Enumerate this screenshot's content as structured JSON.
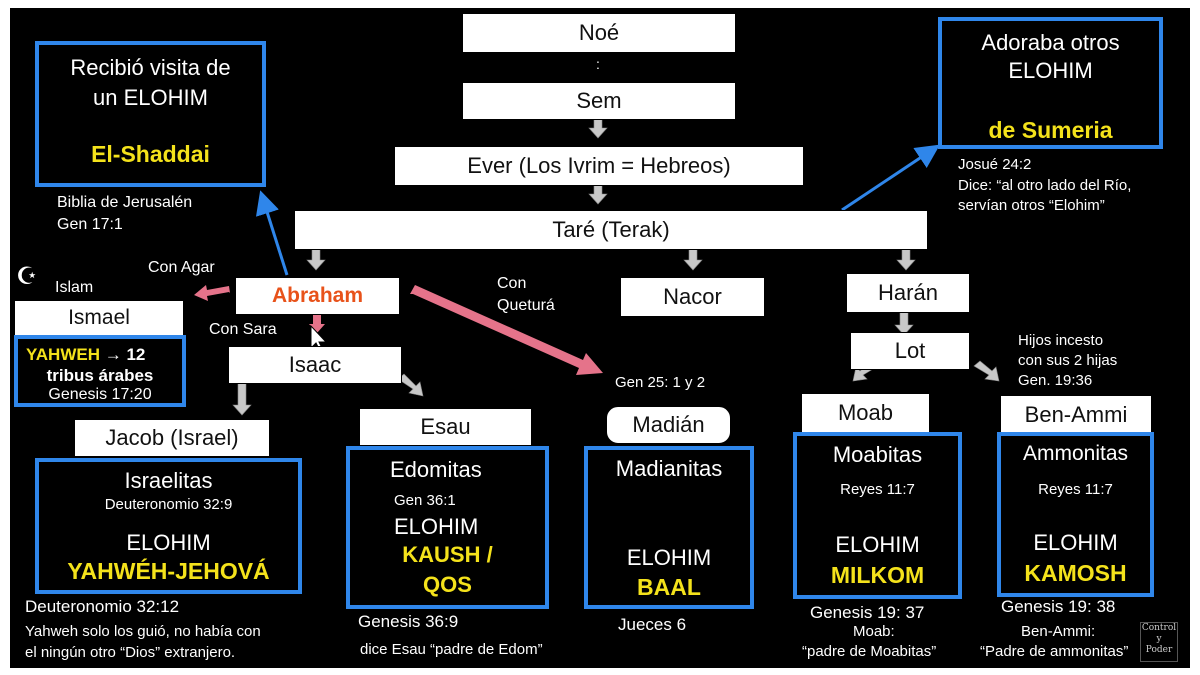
{
  "tree": {
    "noe": "Noé",
    "dots": ":",
    "sem": "Sem",
    "ever": "Ever (Los Ivrim = Hebreos)",
    "tare": "Taré (Terak)",
    "abraham": "Abraham",
    "nacor": "Nacor",
    "haran": "Harán",
    "lot": "Lot",
    "ismael": "Ismael",
    "isaac": "Isaac",
    "jacob": "Jacob (Israel)",
    "esau": "Esau",
    "madian": "Madián",
    "moab": "Moab",
    "ben_ammi": "Ben-Ammi"
  },
  "labels": {
    "con_agar": "Con Agar",
    "islam": "Islam",
    "con_sara": "Con Sara",
    "con_quetura_1": "Con",
    "con_quetura_2": "Queturá",
    "gen25": "Gen 25: 1 y 2",
    "hijos_1": "Hijos incesto",
    "hijos_2": "con sus 2 hijas",
    "hijos_3": "Gen. 19:36",
    "biblia": "Biblia de Jerusalén",
    "gen17": "Gen  17:1",
    "josue": "Josué 24:2",
    "dice_1": "Dice: “al otro lado del Río,",
    "dice_2": "servían otros “Elohim”"
  },
  "shaddai_box": {
    "line1": "Recibió visita de",
    "line2": "un ELOHIM",
    "god": "El-Shaddai"
  },
  "sumeria_box": {
    "line1": "Adoraba otros",
    "line2": "ELOHIM",
    "god": "de Sumeria"
  },
  "ismael_box": {
    "yahweh": "YAHWEH",
    "arrow": "→",
    "twelve": "12",
    "tribus": "tribus árabes",
    "ref": "Genesis  17:20"
  },
  "israel_box": {
    "people": "Israelitas",
    "ref": "Deuteronomio  32:9",
    "elohim": "ELOHIM",
    "god": "YAHWÉH-JEHOVÁ"
  },
  "edom_box": {
    "people": "Edomitas",
    "ref": "Gen 36:1",
    "elohim": "ELOHIM",
    "god1": "KAUSH /",
    "god2": "QOS"
  },
  "madian_box": {
    "people": "Madianitas",
    "elohim": "ELOHIM",
    "god": "BAAL"
  },
  "moab_box": {
    "people": "Moabitas",
    "ref": "Reyes 11:7",
    "elohim": "ELOHIM",
    "god": "MILKOM"
  },
  "ammon_box": {
    "people": "Ammonitas",
    "ref": "Reyes 11:7",
    "elohim": "ELOHIM",
    "god": "KAMOSH"
  },
  "footer": {
    "deut_ref": "Deuteronomio  32:12",
    "deut_1": "Yahweh solo los guió, no había con",
    "deut_2": "el ningún otro “Dios” extranjero.",
    "gen369": "Genesis   36:9",
    "dice_esau": "dice Esau “padre de Edom”",
    "jueces": "Jueces 6",
    "gen1937": "Genesis 19: 37",
    "moab_colon": "Moab:",
    "padre_moab": "“padre de Moabitas”",
    "gen1938": "Genesis 19: 38",
    "ben_ammi": "Ben-Ammi:",
    "padre_ammon": "“Padre de  ammonitas”"
  },
  "watermark": {
    "line1": "Control",
    "line2": "y",
    "line3": "Poder"
  },
  "colors": {
    "accent_blue": "#2f86ea",
    "god_yellow": "#f4e21b",
    "abraham_orange": "#e8521a",
    "pink_arrow": "#e5738a"
  }
}
